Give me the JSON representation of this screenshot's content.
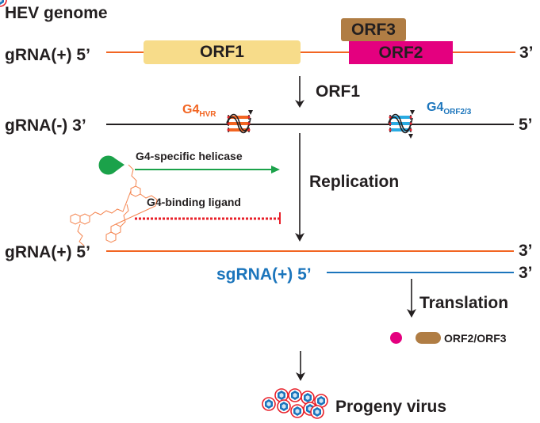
{
  "title": "HEV genome",
  "colors": {
    "orf1": "#f7dc8a",
    "orf2": "#e4007f",
    "orf3": "#b07d44",
    "plus_strand": "#f26522",
    "minus_strand": "#231f20",
    "sgrna": "#1b75bc",
    "helicase": "#1ba24a",
    "ligand": "#e8202a",
    "g4_hvr": "#f26522",
    "g4_orf23": "#1b75bc"
  },
  "genome": {
    "strand_label": "gRNA(+) 5’",
    "end_label": "3’",
    "orfs": [
      {
        "label": "ORF1"
      },
      {
        "label": "ORF2"
      },
      {
        "label": "ORF3"
      }
    ]
  },
  "step1": {
    "label": "ORF1"
  },
  "minus_strand": {
    "label": "gRNA(-) 3’",
    "end_label": "5’",
    "g4_hvr": {
      "main": "G4",
      "sub": "HVR"
    },
    "g4_orf23": {
      "main": "G4",
      "sub": "ORF2/3"
    }
  },
  "helicase": {
    "label": "G4-specific helicase"
  },
  "ligand": {
    "label": "G4-binding ligand"
  },
  "step2": {
    "label": "Replication"
  },
  "product": {
    "grna_label": "gRNA(+) 5’",
    "grna_end": "3’",
    "sgrna_label": "sgRNA(+) 5’",
    "sgrna_end": "3’"
  },
  "step3": {
    "label": "Translation"
  },
  "proteins": {
    "label": "ORF2/ORF3"
  },
  "progeny": {
    "label": "Progeny virus"
  }
}
